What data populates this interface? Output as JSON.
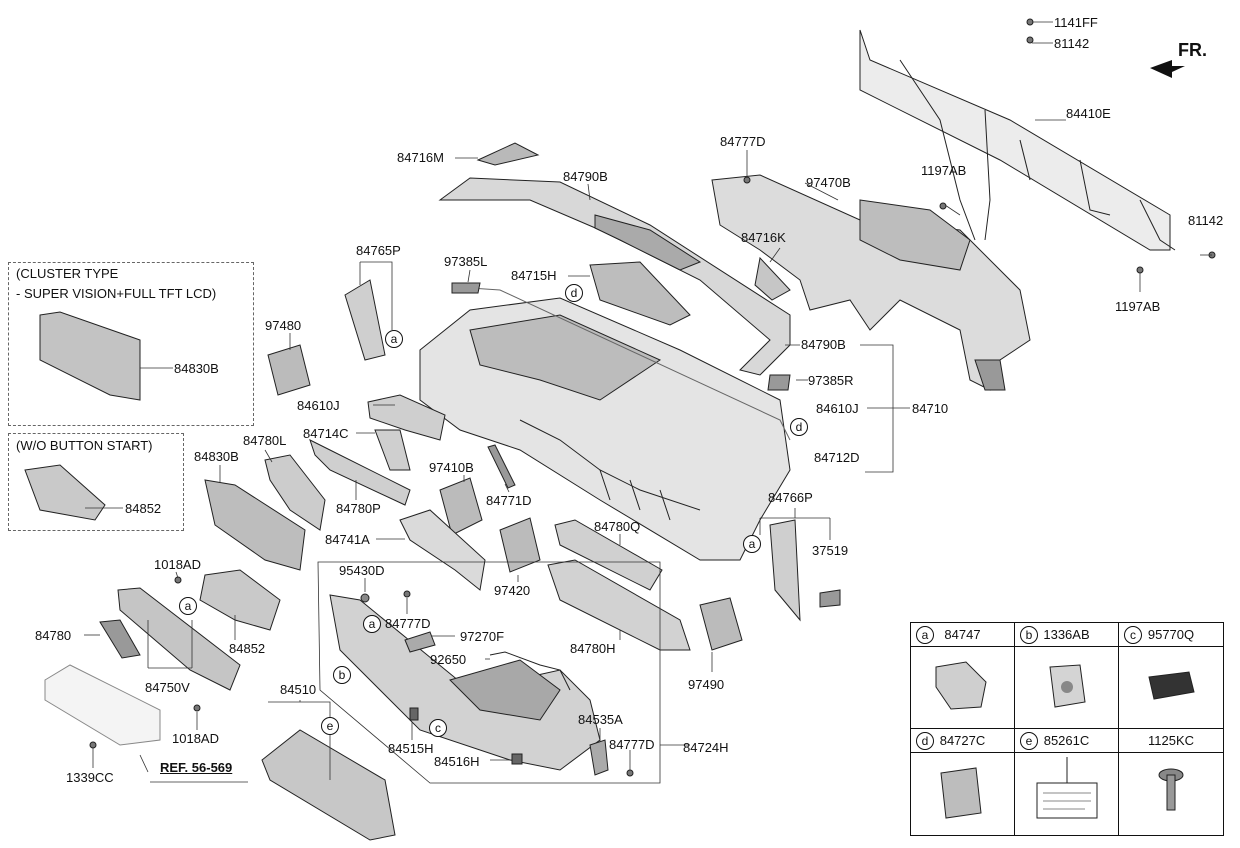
{
  "orientation": {
    "label": "FR."
  },
  "boxes": {
    "cluster": {
      "line1": "(CLUSTER TYPE",
      "line2": "- SUPER VISION+FULL TFT LCD)"
    },
    "button": {
      "line1": "(W/O BUTTON START)"
    }
  },
  "reference": "REF. 56-569",
  "labels": {
    "l1141FF": "1141FF",
    "l81142a": "81142",
    "l84410E": "84410E",
    "l1197ABa": "1197AB",
    "l81142b": "81142",
    "l1197ABb": "1197AB",
    "l84777Da": "84777D",
    "l97470B": "97470B",
    "l84716K": "84716K",
    "l84716M": "84716M",
    "l84790Ba": "84790B",
    "l84765P": "84765P",
    "l97385L": "97385L",
    "l84715H": "84715H",
    "l97480": "97480",
    "l84830Ba": "84830B",
    "l84790Bb": "84790B",
    "l97385R": "97385R",
    "l84610Ja": "84610J",
    "l84610Jb": "84610J",
    "l84710": "84710",
    "l84714C": "84714C",
    "l84712D": "84712D",
    "l84780L": "84780L",
    "l84830Bb": "84830B",
    "l97410B": "97410B",
    "l84852a": "84852",
    "l84780P": "84780P",
    "l84771D": "84771D",
    "l84766P": "84766P",
    "l84741A": "84741A",
    "l84780Q": "84780Q",
    "l37519": "37519",
    "l1018ADa": "1018AD",
    "l95430D": "95430D",
    "l97420": "97420",
    "l84777Db": "84777D",
    "l84780": "84780",
    "l84852b": "84852",
    "l97270F": "97270F",
    "l84780H": "84780H",
    "l92650": "92650",
    "l84750V": "84750V",
    "l97490": "97490",
    "l84510": "84510",
    "l1018ADb": "1018AD",
    "l84535A": "84535A",
    "l84515H": "84515H",
    "l84777Dc": "84777D",
    "l84724H": "84724H",
    "l84516H": "84516H",
    "l1339CC": "1339CC"
  },
  "callouts": {
    "a": "a",
    "b": "b",
    "c": "c",
    "d": "d",
    "e": "e"
  },
  "legend": [
    {
      "letter": "a",
      "code": "84747"
    },
    {
      "letter": "b",
      "code": "1336AB"
    },
    {
      "letter": "c",
      "code": "95770Q"
    },
    {
      "letter": "d",
      "code": "84727C"
    },
    {
      "letter": "e",
      "code": "85261C"
    },
    {
      "letter": "",
      "code": "1125KC"
    }
  ]
}
